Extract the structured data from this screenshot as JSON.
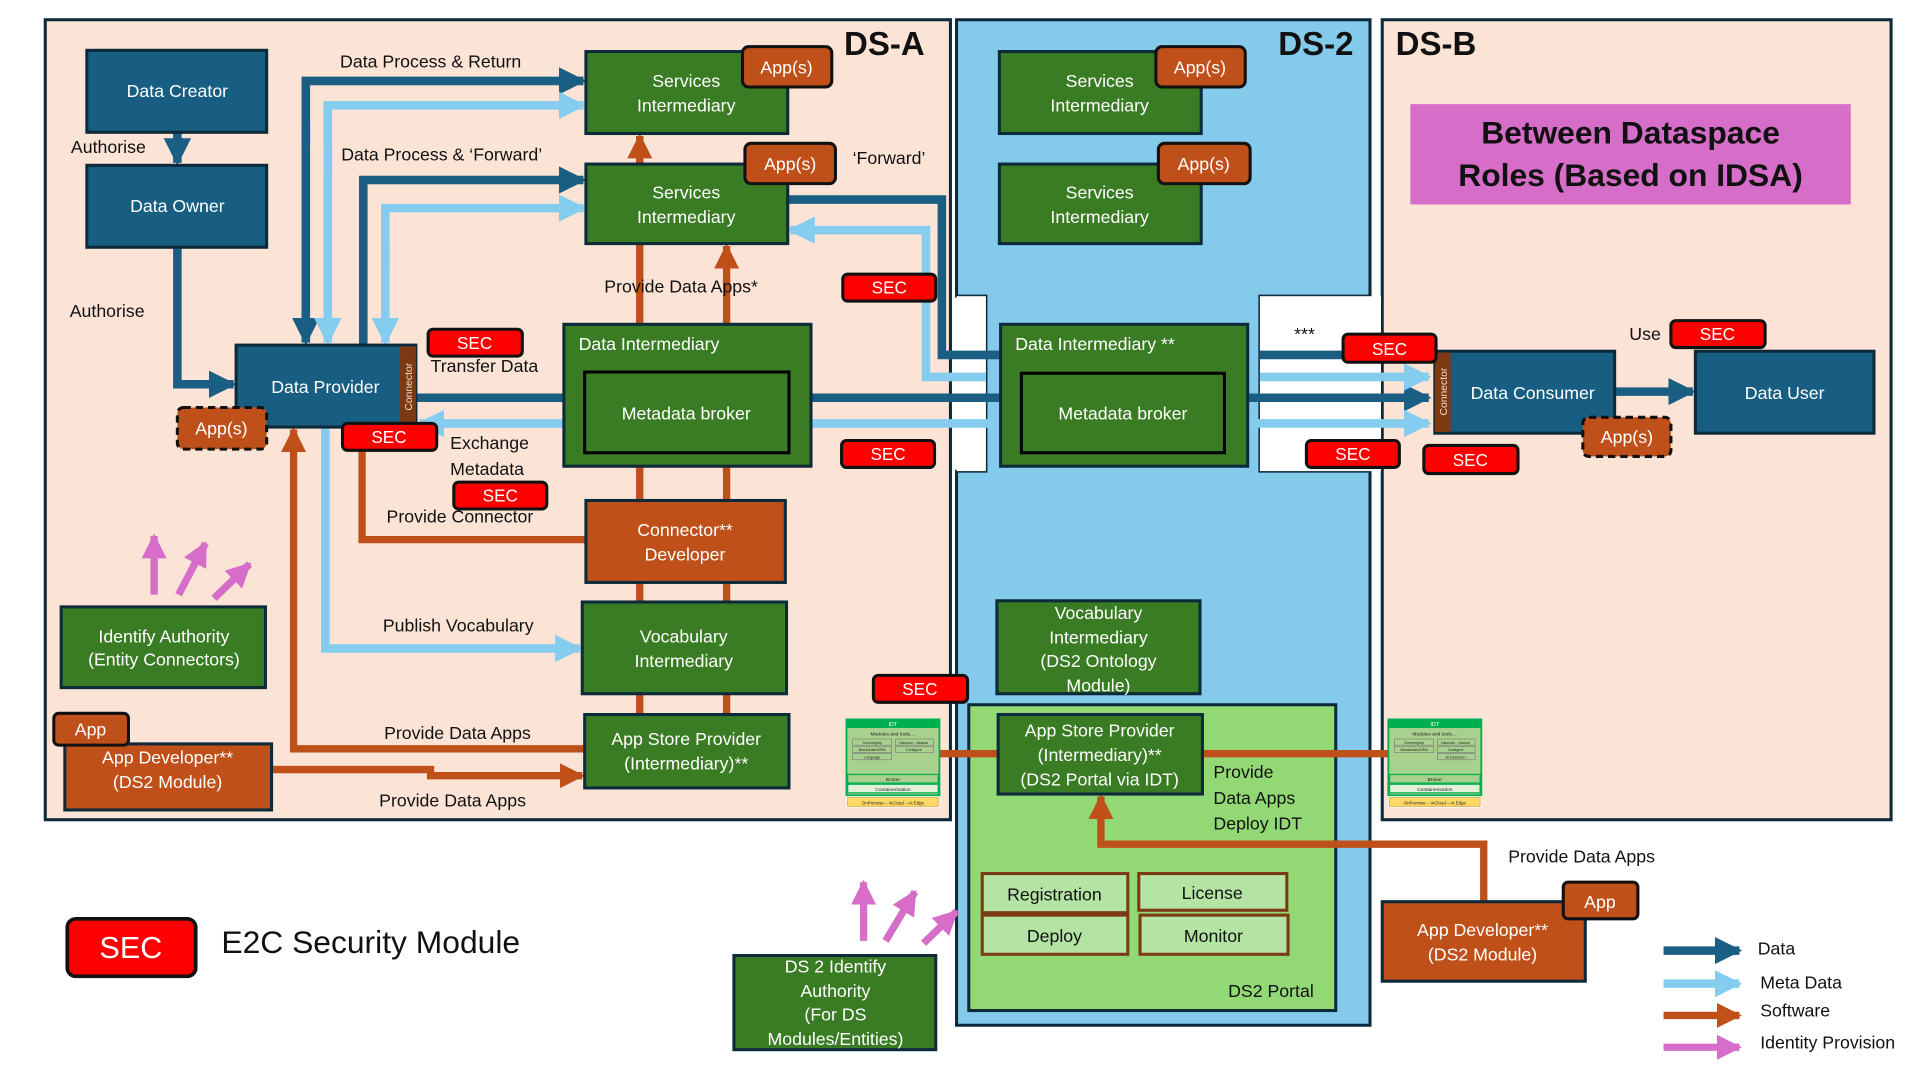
{
  "colors": {
    "data": "#1b5e83",
    "meta_data": "#85cdee",
    "software": "#c0501a",
    "identity_provision": "#d66ec9",
    "sec_badge": "#ff0000",
    "dataspace_bg": "#fbe3d6",
    "ds2_bg": "#83caeb",
    "portal_bg": "#92d875",
    "title_bg": "#d66ec9"
  },
  "regions": {
    "ds_a": "DS-A",
    "ds_2": "DS-2",
    "ds_b": "DS-B"
  },
  "title": {
    "line1": "Between Dataspace",
    "line2": "Roles (Based on IDSA)"
  },
  "sec": "SEC",
  "apps": "App(s)",
  "app": "App",
  "connector": "Connector",
  "ds_a": {
    "data_creator": "Data Creator",
    "data_owner": "Data Owner",
    "data_provider": "Data Provider",
    "services_intermediary": [
      "Services",
      "Intermediary"
    ],
    "data_intermediary": "Data Intermediary",
    "metadata_broker": "Metadata broker",
    "connector_developer": [
      "Connector**",
      "Developer"
    ],
    "vocabulary_intermediary": [
      "Vocabulary",
      "Intermediary"
    ],
    "app_store_provider": [
      "App Store Provider",
      "(Intermediary)**"
    ],
    "identify_authority": [
      "Identify Authority",
      "(Entity Connectors)"
    ],
    "app_developer": [
      "App Developer**",
      "(DS2 Module)"
    ]
  },
  "ds_2": {
    "services_intermediary": [
      "Services",
      "Intermediary"
    ],
    "data_intermediary": "Data Intermediary **",
    "metadata_broker": "Metadata broker",
    "vocabulary_intermediary": [
      "Vocabulary",
      "Intermediary",
      "(DS2 Ontology",
      "Module)"
    ],
    "app_store_provider": [
      "App Store Provider",
      "(Intermediary)**",
      "(DS2 Portal via IDT)"
    ],
    "portal": {
      "label": "DS2 Portal",
      "modules": [
        "Registration",
        "License",
        "Deploy",
        "Monitor"
      ]
    },
    "identify_authority": [
      "DS 2 Identify",
      "Authority",
      "(For DS",
      "Modules/Entities)"
    ]
  },
  "ds_b": {
    "data_consumer": "Data Consumer",
    "data_user": "Data User",
    "app_developer": [
      "App Developer**",
      "(DS2 Module)"
    ]
  },
  "idt": {
    "title": "IDT",
    "modules": "Modules and tools....",
    "left": [
      "Sovereignty",
      "Blockchain/DRM",
      "Language",
      "..."
    ],
    "right": [
      "Discover - Assess",
      "Configure",
      "AI Detection",
      "..."
    ],
    "broker": "Broker",
    "containerisation": "Containerisation",
    "deployment": "OnPremise – InCloud – At Edge"
  },
  "labels": {
    "data_process_return": "Data Process & Return",
    "authorise": "Authorise",
    "data_process_forward": "Data Process & ‘Forward’",
    "forward": "‘Forward’",
    "provide_data_apps_star": "Provide Data Apps*",
    "transfer_data": "Transfer Data",
    "exchange_metadata": [
      "Exchange",
      "Metadata"
    ],
    "provide_connector": "Provide Connector",
    "publish_vocabulary": "Publish Vocabulary",
    "provide_data_apps": "Provide Data Apps",
    "triple_star": "***",
    "use": "Use",
    "provide_deploy": [
      "Provide",
      "Data Apps",
      "Deploy IDT"
    ]
  },
  "legend": {
    "sec_description": "E2C Security Module",
    "items": [
      "Data",
      "Meta Data",
      "Software",
      "Identity Provision"
    ]
  }
}
